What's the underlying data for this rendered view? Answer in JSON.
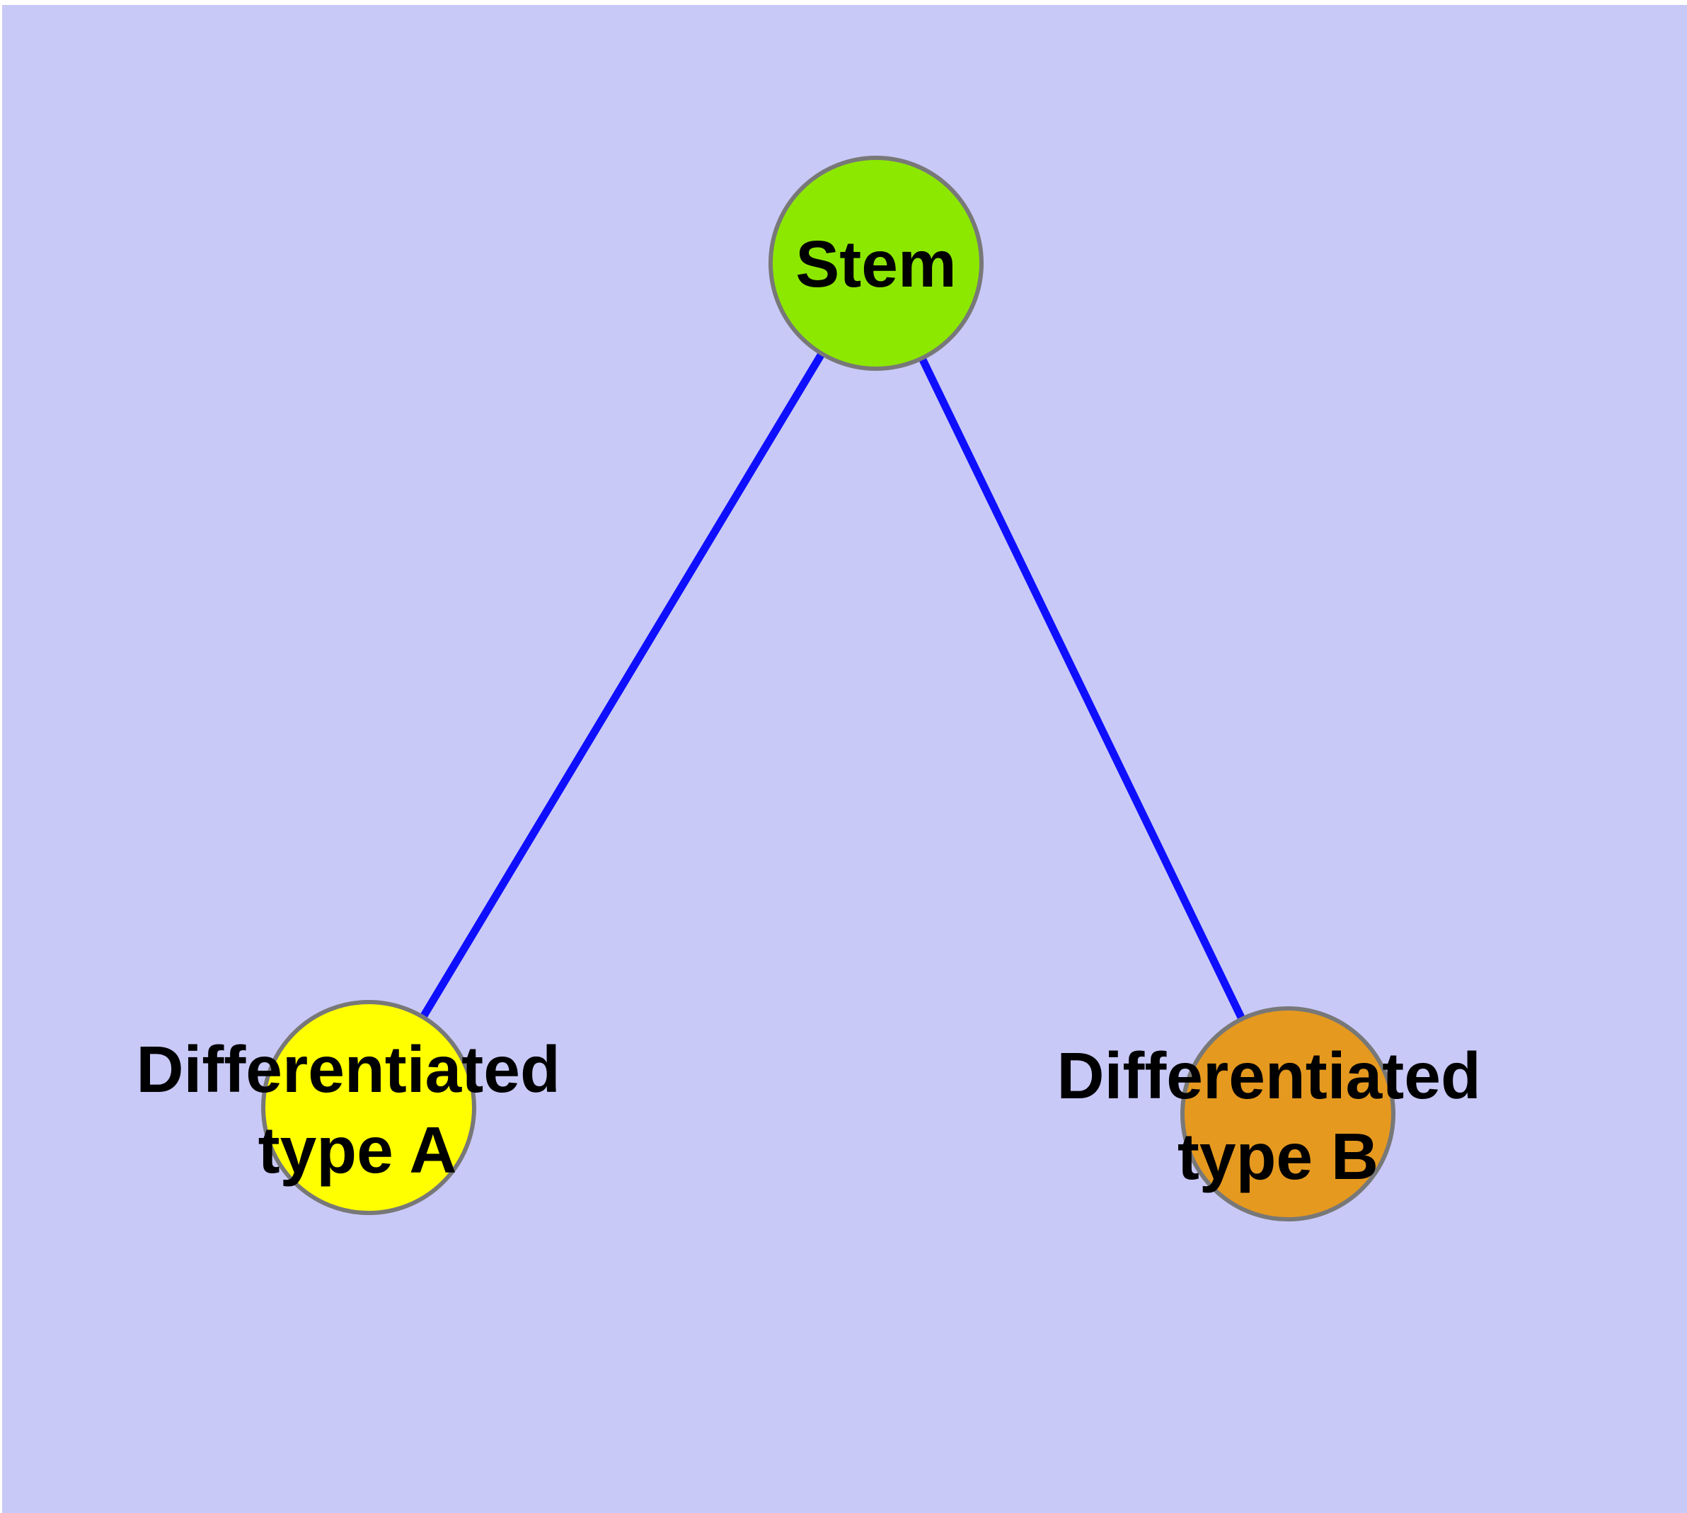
{
  "diagram": {
    "margin_color": "#ffffff",
    "background_color": "#c9c9f8",
    "edge_color": "#0f0fff",
    "node_border_color": "#787878",
    "label_color": "#000000",
    "nodes": [
      {
        "id": "stem",
        "lines": [
          "Stem"
        ],
        "fill": "#8de800"
      },
      {
        "id": "differentiated-type-a",
        "lines": [
          "Differentiated",
          "type A"
        ],
        "fill": "#ffff00"
      },
      {
        "id": "differentiated-type-b",
        "lines": [
          "Differentiated",
          "type B"
        ],
        "fill": "#e6991f"
      }
    ],
    "edges": [
      {
        "from": "Stem",
        "to": "Differentiated type A"
      },
      {
        "from": "Stem",
        "to": "Differentiated type B"
      }
    ]
  }
}
